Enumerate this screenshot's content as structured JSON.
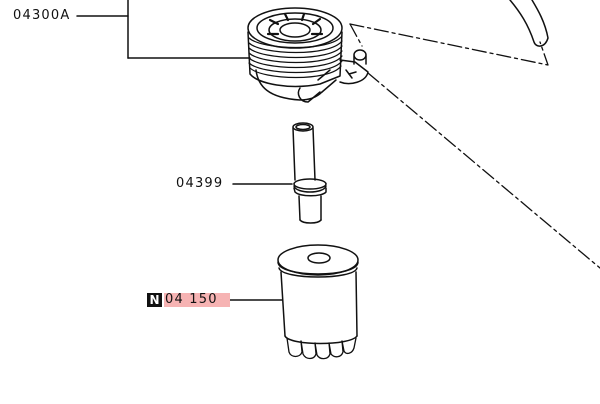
{
  "diagram": {
    "type": "exploded parts diagram",
    "parts": [
      {
        "number": "04300A",
        "description_shape": "oil cooler assembly",
        "highlighted": false,
        "new_badge": false
      },
      {
        "number": "04399",
        "description_shape": "connecting pipe / bolt",
        "highlighted": false,
        "new_badge": false
      },
      {
        "number": "04 150",
        "description_shape": "oil filter cartridge",
        "highlighted": true,
        "new_badge": true,
        "badge_text": "N"
      }
    ],
    "colors": {
      "line": "#111111",
      "highlight": "#f6b3b3",
      "badge_bg": "#111111",
      "badge_fg": "#ffffff"
    }
  }
}
